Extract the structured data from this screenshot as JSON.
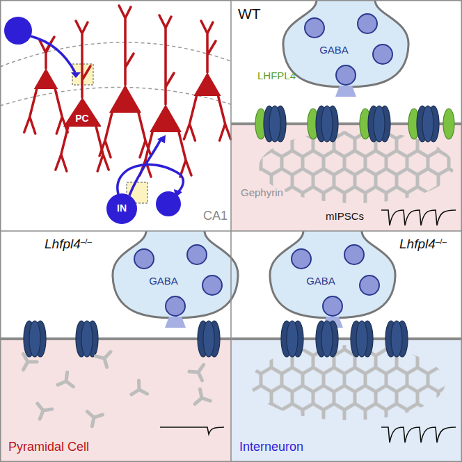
{
  "diagram": {
    "nodes": [
      {
        "text": [
          "PC"
        ]
      },
      {
        "text": [
          "IN"
        ]
      }
    ],
    "labels": [
      "CA1",
      "WT",
      "GABA",
      "LHFPL4",
      "Gephyrin",
      "mIPSCs",
      "Lhfpl4–/–",
      "GABA",
      "Pyramidal Cell",
      "Lhfpl4–/–",
      "GABA",
      "Interneuron"
    ]
  }
}
